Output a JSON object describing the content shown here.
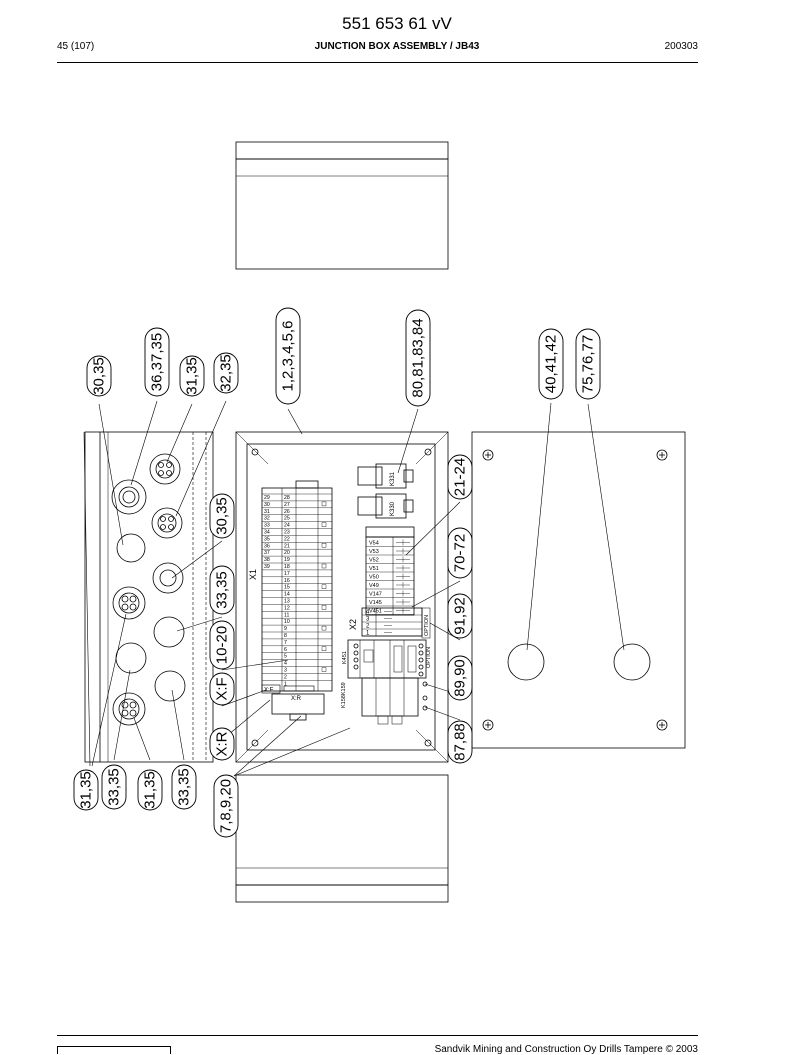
{
  "header": {
    "doc_number": "551 653 61 vV",
    "page": "45 (107)",
    "title": "JUNCTION BOX ASSEMBLY / JB43",
    "date": "200303"
  },
  "footer": {
    "copyright": "Sandvik Mining and Construction Oy Drills Tampere © 2003"
  },
  "callouts": {
    "c_30_35_top": "30,35",
    "c_36_37_35": "36,37,35",
    "c_31_35_top": "31,35",
    "c_32_35": "32,35",
    "c_1_6": "1,2,3,4,5,6",
    "c_80_84": "80,81,83,84",
    "c_40_42": "40,41,42",
    "c_75_77": "75,76,77",
    "c_21_24": "21-24",
    "c_30_35_mid": "30,35",
    "c_70_72": "70-72",
    "c_33_35_mid": "33,35",
    "c_91_92": "91,92",
    "c_10_20": "10-20",
    "c_89_90": "89,90",
    "c_xf": "X:F",
    "c_87_88": "87,88",
    "c_xr": "X:R",
    "c_31_35_bl": "31,35",
    "c_33_35_bl": "33,35",
    "c_31_35_bl2": "31,35",
    "c_33_35_bl2": "33,35",
    "c_7_20": "7,8,9,20"
  },
  "drawing_labels": {
    "x1": "X1",
    "x2": "X2",
    "xf": "X:F",
    "xr": "X:R",
    "k331": "K331",
    "k330": "K330",
    "option_top": "OPTION",
    "option_bottom": "OPTION",
    "k451": "K451",
    "k158": "K158K159",
    "v_labels": [
      "V54",
      "V53",
      "V52",
      "V51",
      "V50",
      "V49",
      "V147",
      "V145",
      "V451"
    ],
    "x2_terms": [
      "4",
      "3",
      "2",
      "1"
    ],
    "x1_left_top": [
      "29",
      "30",
      "31",
      "32",
      "33",
      "34",
      "35",
      "36",
      "37",
      "38",
      "39"
    ],
    "x1_right_top": [
      "28",
      "27",
      "26",
      "25",
      "24",
      "23",
      "22",
      "21",
      "20",
      "19",
      "18",
      "17",
      "16",
      "15",
      "14",
      "13",
      "12",
      "11",
      "10",
      "9",
      "8",
      "7",
      "6",
      "5",
      "4",
      "3",
      "2",
      "1"
    ]
  }
}
